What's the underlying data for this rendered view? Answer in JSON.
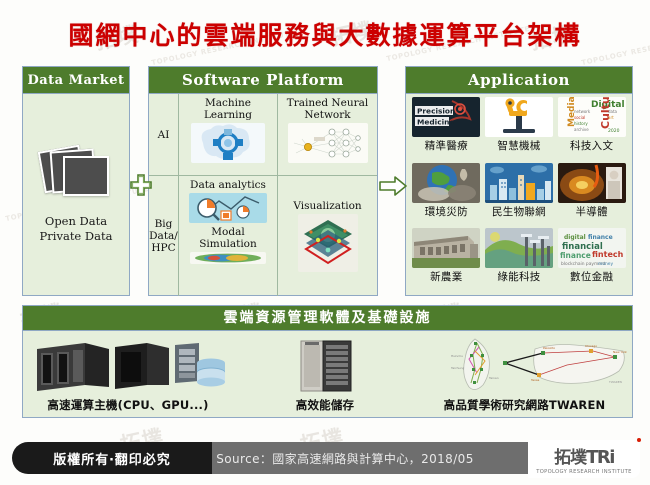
{
  "title": "國網中心的雲端服務與大數據運算平台架構",
  "colors": {
    "title": "#cc0000",
    "panel_header": "#4e7c2c",
    "panel_body": "#e6efdc",
    "panel_border": "#8fa8c4",
    "connector": "#4e7c2c",
    "footer_black": "#1a1a1a",
    "footer_gray": "#6e6e6e",
    "logo_accent": "#d81e06"
  },
  "data_market": {
    "header": "Data Market",
    "icon": "documents-stack-icon",
    "label": "Open Data\nPrivate Data"
  },
  "connector_plus": "plus-icon",
  "connector_arrow": "arrow-right-icon",
  "software_platform": {
    "header": "Software Platform",
    "rows": [
      {
        "row_label": "AI",
        "cells": [
          {
            "title": "Machine\nLearning",
            "icon": "machine-learning-icon"
          },
          {
            "title": "Trained Neural\nNetwork",
            "icon": "neural-network-icon"
          }
        ]
      },
      {
        "row_label": "Big\nData/\nHPC",
        "cells": [
          {
            "title": "Data analytics",
            "title2": "Modal\nSimulation",
            "icon": "data-analytics-icon",
            "icon2": "modal-simulation-icon"
          },
          {
            "title": "Visualization",
            "icon": "visualization-icon"
          }
        ]
      }
    ]
  },
  "application": {
    "header": "Application",
    "items": [
      {
        "caption": "精準醫療",
        "image": "precision-medicine-image"
      },
      {
        "caption": "智慧機械",
        "image": "robot-arm-image"
      },
      {
        "caption": "科技入文",
        "image": "digital-culture-wordcloud-image"
      },
      {
        "caption": "環境災防",
        "image": "earth-disaster-image"
      },
      {
        "caption": "民生物聯網",
        "image": "smart-city-iot-image"
      },
      {
        "caption": "半導體",
        "image": "semiconductor-image"
      },
      {
        "caption": "新農業",
        "image": "agriculture-image"
      },
      {
        "caption": "綠能科技",
        "image": "green-energy-image"
      },
      {
        "caption": "數位金融",
        "image": "digital-finance-wordcloud-image"
      }
    ]
  },
  "infrastructure": {
    "header": "雲端資源管理軟體及基礎設施",
    "items": [
      {
        "caption": "高速運算主機(CPU、GPU...)",
        "image": "server-racks-image"
      },
      {
        "caption": "高效能儲存",
        "image": "storage-cabinet-image"
      },
      {
        "caption": "高品質學術研究網路TWAREN",
        "image": "network-map-image"
      }
    ]
  },
  "footer": {
    "copyright": "版權所有‧翻印必究",
    "source": "Source：國家高速網路與計算中心，2018/05",
    "logo": {
      "cn": "拓墣",
      "en": "TRi",
      "subtitle": "TOPOLOGY RESEARCH INSTITUTE"
    }
  },
  "watermarks": {
    "big": "拓墣",
    "small": "TOPOLOGY RESEARCH INSTITUTE"
  }
}
